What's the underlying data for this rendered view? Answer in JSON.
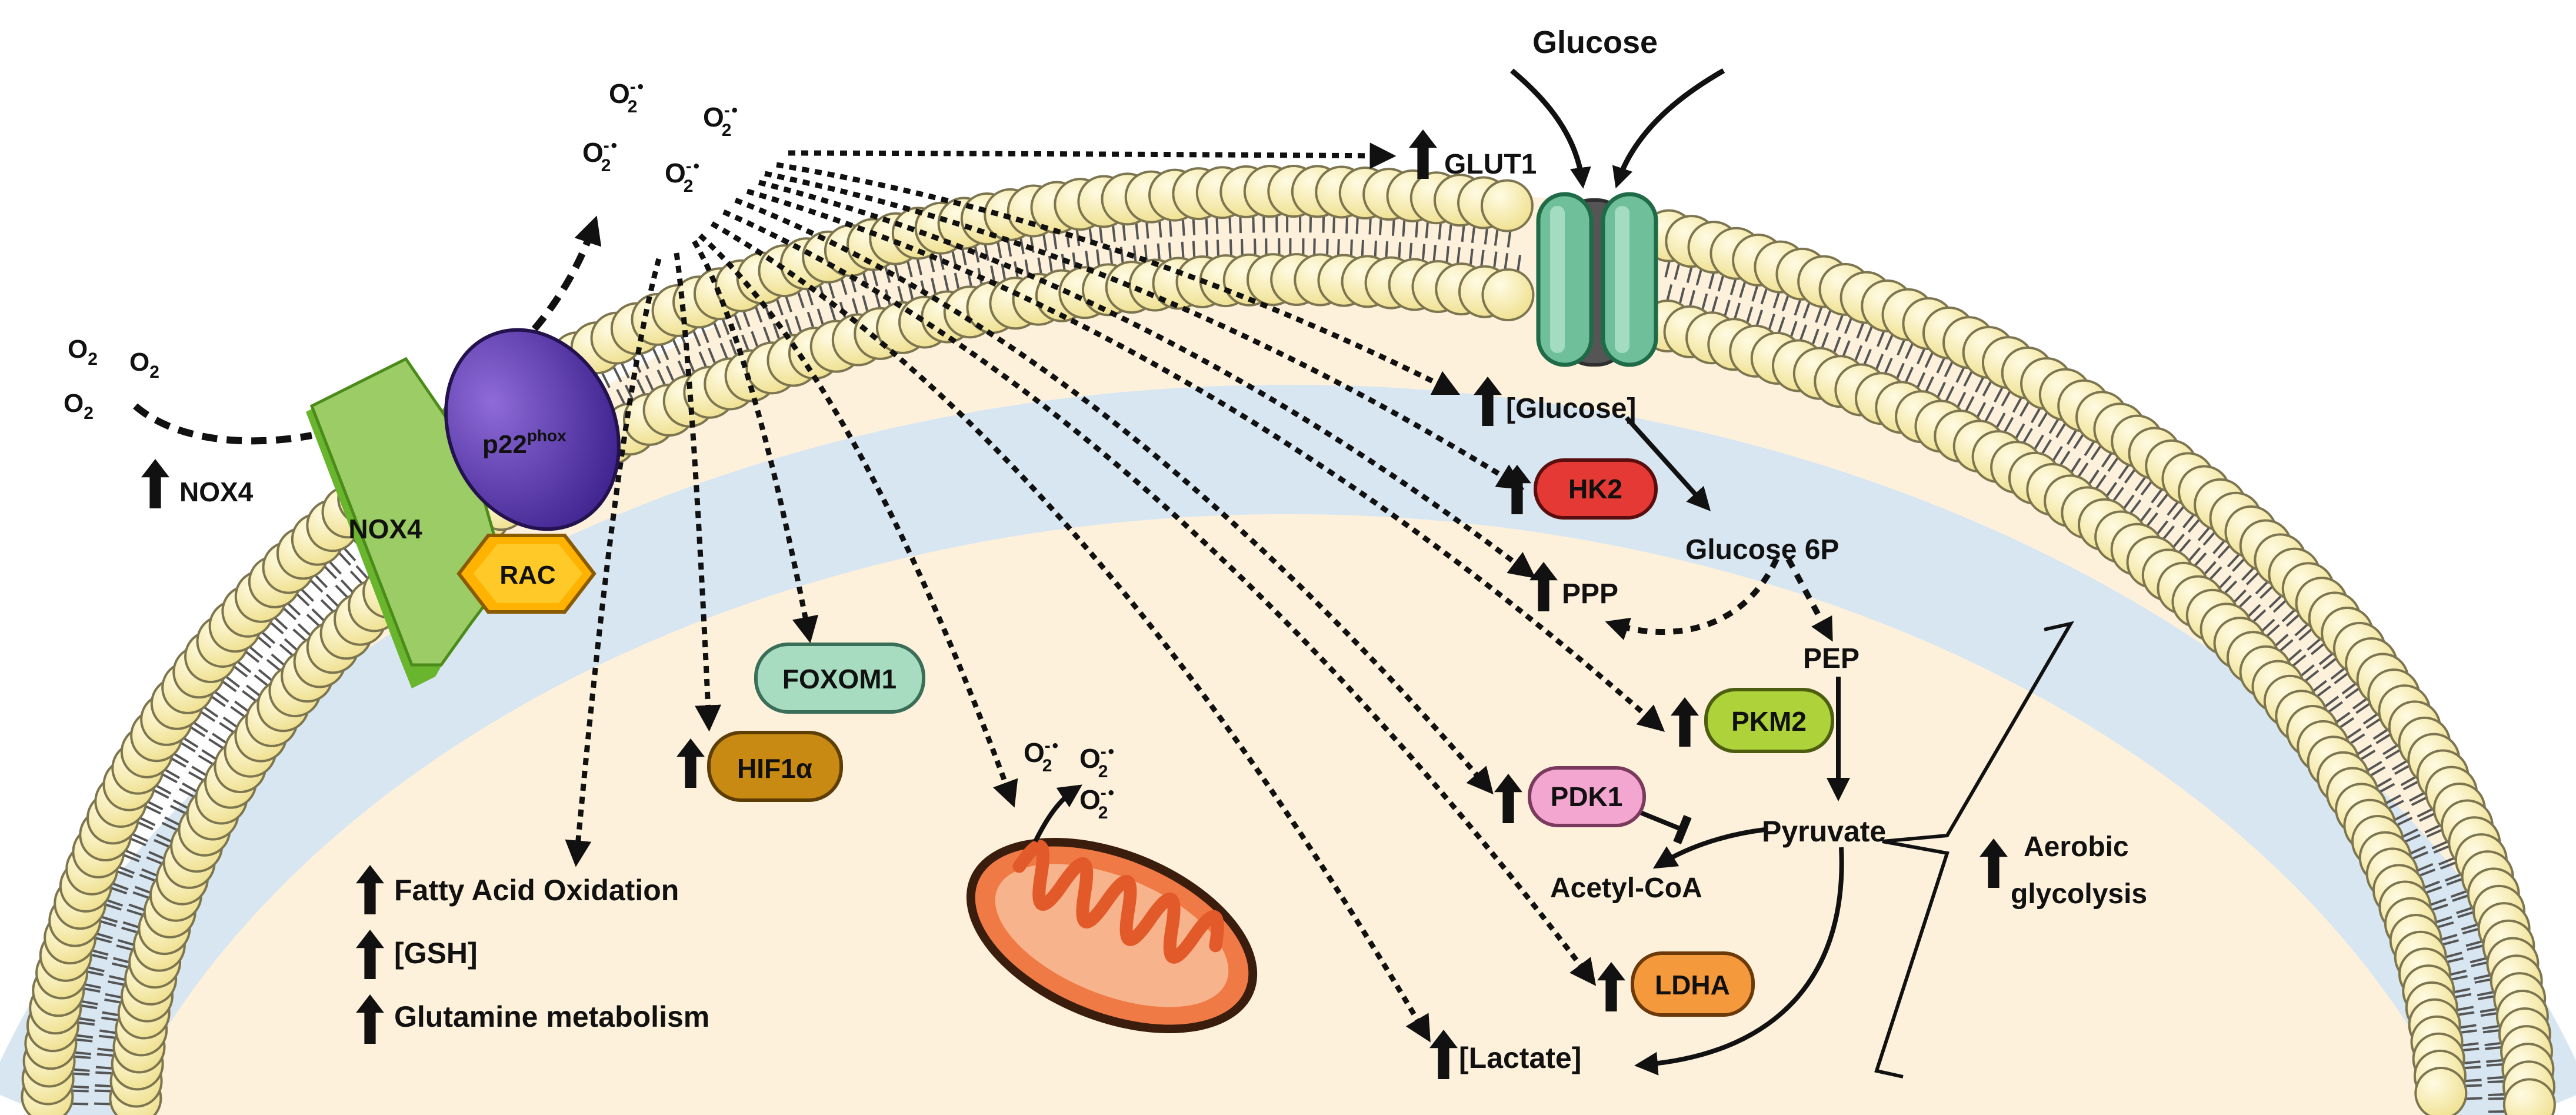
{
  "colors": {
    "cytoplasm": "#fdf1dc",
    "membrane_band": "#d8e6f1",
    "lipid_head": "#f3e7a0",
    "lipid_head_stroke": "#7c7550",
    "nox4": "#9ccc65",
    "p22phox": "#5e35b1",
    "rac": "#ffb300",
    "glut1": "#6fbf9a",
    "hk2": "#e53935",
    "pkm2": "#aed23a",
    "pdk1": "#f3a6cf",
    "ldha": "#f59a3c",
    "foxom1": "#a7dcc1",
    "hif1a": "#c88a12",
    "mitochondrion": "#f07a45"
  },
  "icons": {
    "up": "up-arrow-icon",
    "mito": "mitochondrion-icon"
  },
  "labels": {
    "o2": "O",
    "o2_sub": "2",
    "superoxide_base": "O",
    "superoxide_sup": "-",
    "superoxide_sub": "2",
    "superoxide_dot": "•",
    "nox4_left": "NOX4",
    "nox4_protein": "NOX4",
    "p22_base": "p22",
    "p22_sup": "phox",
    "rac": "RAC",
    "glucose_outside": "Glucose",
    "glut1": "GLUT1",
    "glucose_inside": "[Glucose]",
    "hk2": "HK2",
    "glucose6p": "Glucose 6P",
    "ppp": "PPP",
    "pep": "PEP",
    "pkm2": "PKM2",
    "pdk1": "PDK1",
    "pyruvate": "Pyruvate",
    "acetylcoa": "Acetyl-CoA",
    "ldha": "LDHA",
    "lactate": "[Lactate]",
    "aerobic1": "Aerobic",
    "aerobic2": "glycolysis",
    "foxom1": "FOXOM1",
    "hif1a": "HIF1α",
    "fao": "Fatty Acid Oxidation",
    "gsh": "[GSH]",
    "glutamine": "Glutamine metabolism"
  }
}
